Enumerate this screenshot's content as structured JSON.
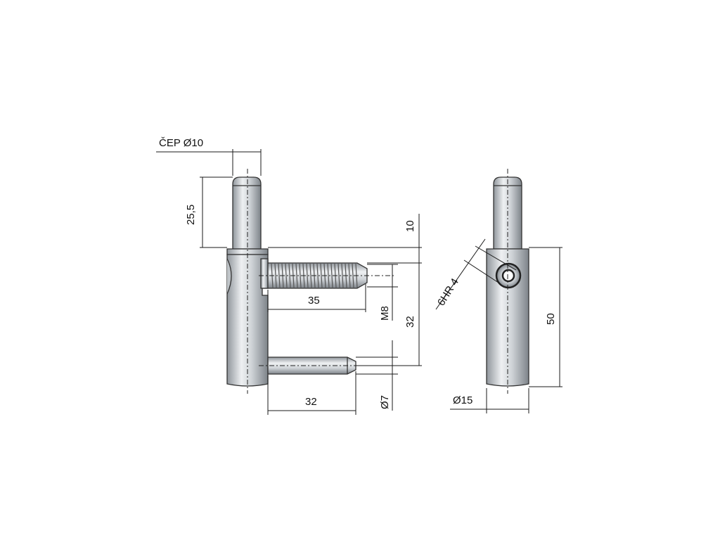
{
  "diagram": {
    "labels": {
      "pin_diameter": "ČEP Ø10",
      "pin_height": "25,5",
      "gap_height": "10",
      "thread_length": "35",
      "thread_size": "M8",
      "pin_spacing": "32",
      "lower_pin_length": "32",
      "lower_pin_diameter": "Ø7",
      "hex_socket": "6HR 4",
      "body_height": "50",
      "body_diameter": "Ø15"
    },
    "colors": {
      "steel_dark": "#8f959b",
      "steel_light": "#eef0f2",
      "outline": "#333333",
      "background": "#ffffff"
    }
  }
}
